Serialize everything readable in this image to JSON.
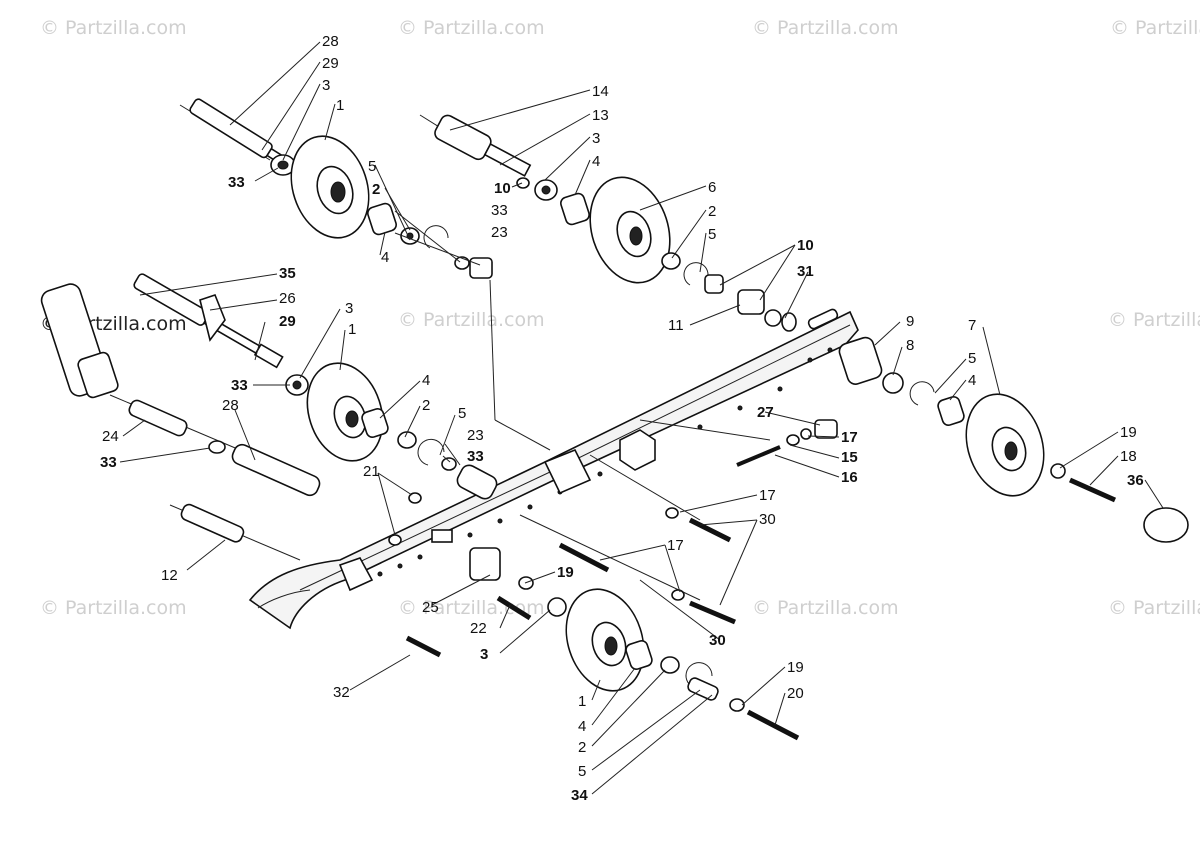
{
  "watermark": {
    "text": "© Partzilla.com",
    "dark_text": "© Partzilla.com"
  },
  "callouts": {
    "c28a": "28",
    "c29a": "29",
    "c3a": "3",
    "c1a": "1",
    "c33a": "33",
    "c14": "14",
    "c13": "13",
    "c3b": "3",
    "c4a": "4",
    "c10a": "10",
    "c5a": "5",
    "c2a": "2",
    "c33b": "33",
    "c23a": "23",
    "c6": "6",
    "c2b": "2",
    "c5b": "5",
    "c10b": "10",
    "c31": "31",
    "c11": "11",
    "c35": "35",
    "c26": "26",
    "c3c": "3",
    "c29b": "29",
    "c1b": "1",
    "c4b": "4",
    "c33c": "33",
    "c4c": "4",
    "c2c": "2",
    "c5c": "5",
    "c23b": "23",
    "c33d": "33",
    "c28b": "28",
    "c24": "24",
    "c33e": "33",
    "c21": "21",
    "c9": "9",
    "c8": "8",
    "c7": "7",
    "c5d": "5",
    "c4d": "4",
    "c27": "27",
    "c17a": "17",
    "c15": "15",
    "c16": "16",
    "c19a": "19",
    "c18": "18",
    "c36": "36",
    "c17b": "17",
    "c30a": "30",
    "c17c": "17",
    "c12": "12",
    "c19b": "19",
    "c25": "25",
    "c30b": "30",
    "c22": "22",
    "c3d": "3",
    "c32": "32",
    "c1c": "1",
    "c4e": "4",
    "c2d": "2",
    "c5e": "5",
    "c34": "34",
    "c19c": "19",
    "c20": "20"
  }
}
